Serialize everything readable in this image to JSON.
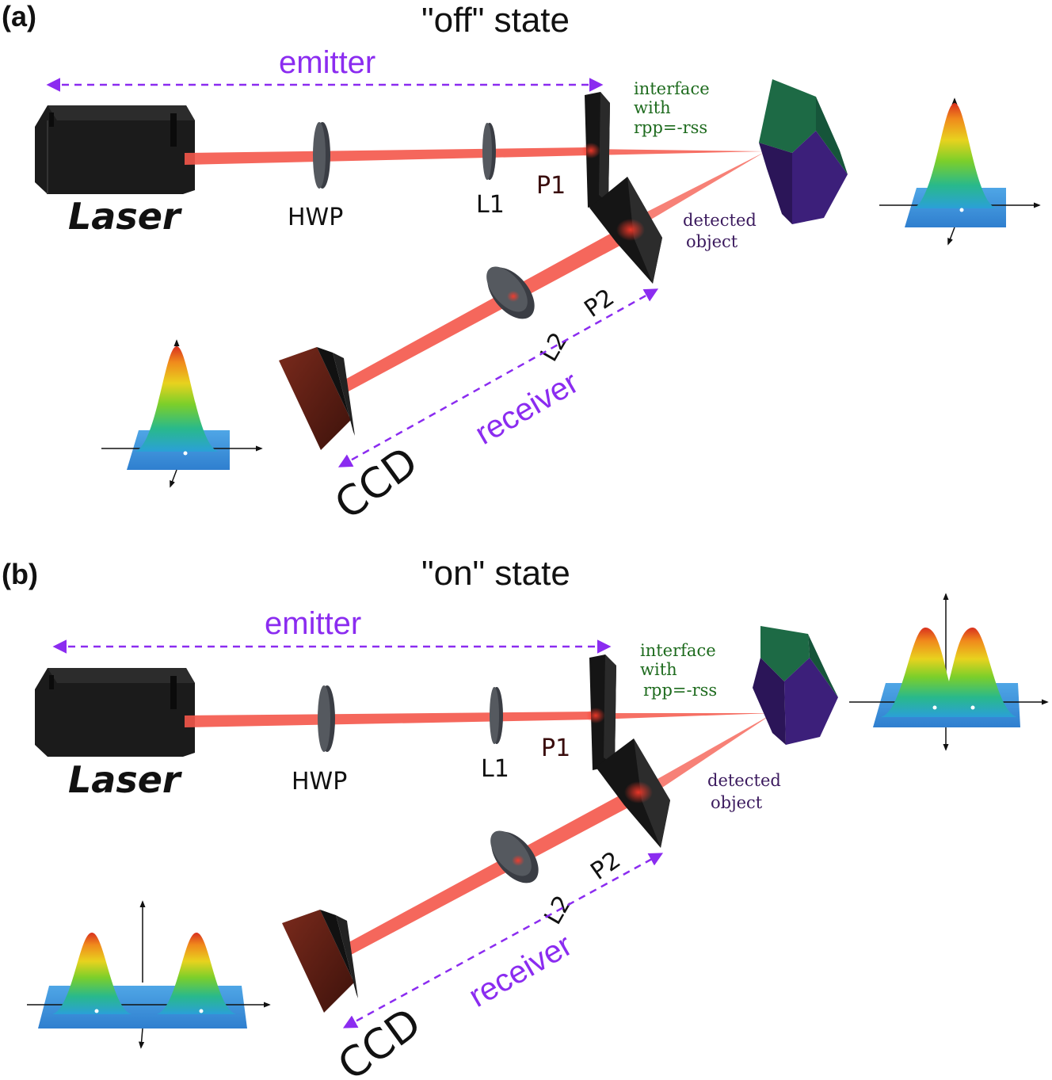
{
  "panels": [
    {
      "letter": "(a)",
      "state_title": "\"off\" state",
      "emitter_label": "emitter",
      "receiver_label": "receiver",
      "laser_label": "Laser",
      "hwp_label": "HWP",
      "l1_label": "L1",
      "p1_label": "P1",
      "p2_label": "P2",
      "l2_label": "L2",
      "ccd_label": "CCD",
      "interface_lines": [
        "interface",
        "with",
        "rpp=-rss"
      ],
      "object_lines": [
        "detected",
        "object"
      ],
      "input_profile": "single-gaussian",
      "output_profile": "single-gaussian"
    },
    {
      "letter": "(b)",
      "state_title": "\"on\" state",
      "emitter_label": "emitter",
      "receiver_label": "receiver",
      "laser_label": "Laser",
      "hwp_label": "HWP",
      "l1_label": "L1",
      "p1_label": "P1",
      "p2_label": "P2",
      "l2_label": "L2",
      "ccd_label": "CCD",
      "interface_lines": [
        "interface",
        "with",
        "rpp=-rss"
      ],
      "object_lines": [
        "detected",
        "object"
      ],
      "input_profile": "double-gaussian",
      "output_profile": "double-gaussian"
    }
  ],
  "colors": {
    "beam": "#f4574a",
    "arrow": "#8b2cf0",
    "interface_text": "#1e6b1e",
    "object_text": "#3b1a5e",
    "cube_top": "#1d6a45",
    "cube_face": "#3c1f7a"
  }
}
